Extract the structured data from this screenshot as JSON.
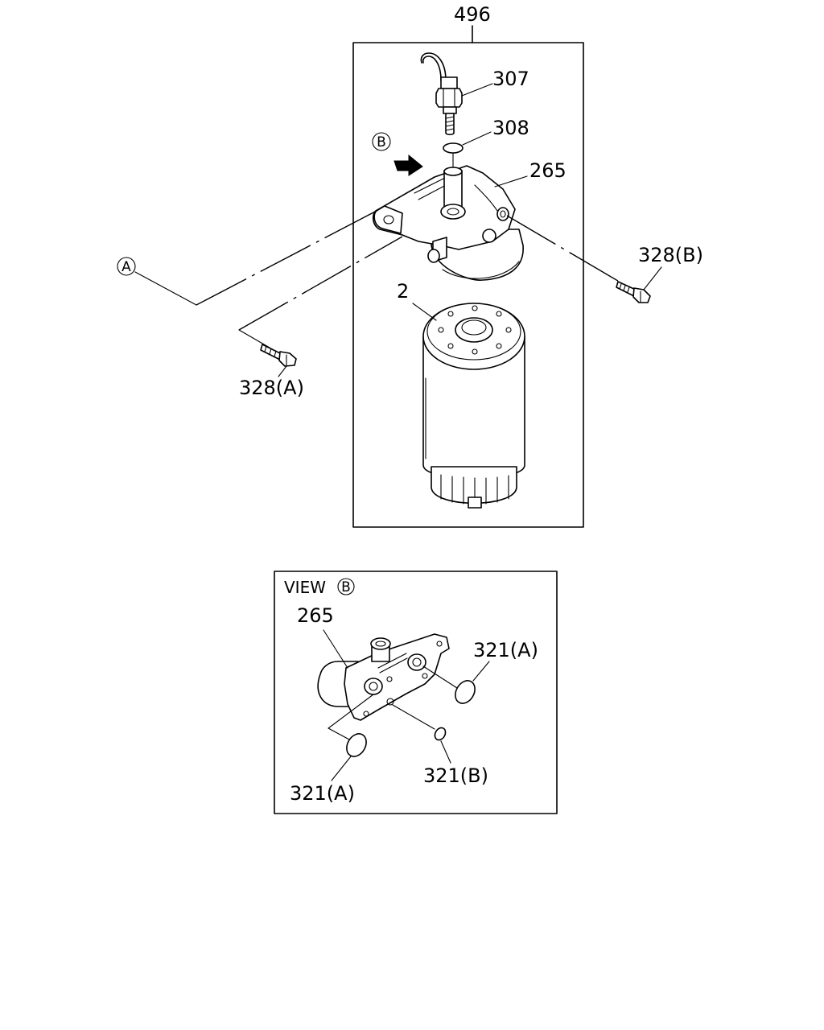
{
  "diagram": {
    "assembly_number": "496",
    "parts": {
      "sensor_switch": "307",
      "o_ring": "308",
      "filter_head": "265",
      "cartridge": "2",
      "bolt_b": "328(B)",
      "bolt_a": "328(A)"
    },
    "references": {
      "view_ref_b": "B",
      "ref_a": "A"
    },
    "detail_view": {
      "title": "VIEW",
      "view_letter": "B",
      "head_label": "265",
      "o_ring_a_upper": "321(A)",
      "o_ring_a_lower": "321(A)",
      "o_ring_b": "321(B)"
    }
  }
}
